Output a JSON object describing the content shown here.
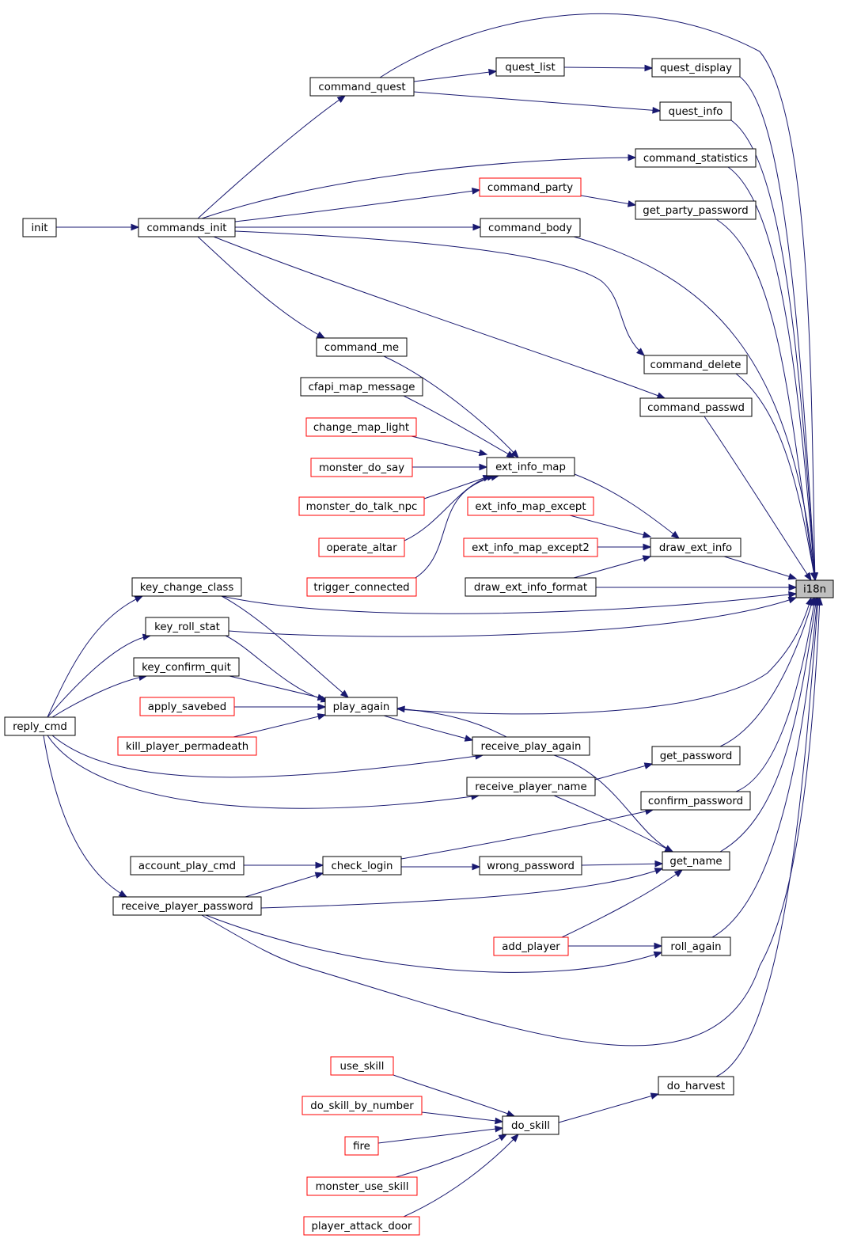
{
  "graph": {
    "target": "i18n",
    "nodes": [
      {
        "id": "i18n",
        "label": "i18n",
        "style": "target"
      },
      {
        "id": "command_quest",
        "label": "command_quest",
        "style": "black"
      },
      {
        "id": "quest_list",
        "label": "quest_list",
        "style": "black"
      },
      {
        "id": "quest_display",
        "label": "quest_display",
        "style": "black"
      },
      {
        "id": "quest_info",
        "label": "quest_info",
        "style": "black"
      },
      {
        "id": "command_statistics",
        "label": "command_statistics",
        "style": "black"
      },
      {
        "id": "command_party",
        "label": "command_party",
        "style": "red"
      },
      {
        "id": "get_party_password",
        "label": "get_party_password",
        "style": "black"
      },
      {
        "id": "init",
        "label": "init",
        "style": "black"
      },
      {
        "id": "commands_init",
        "label": "commands_init",
        "style": "black"
      },
      {
        "id": "command_body",
        "label": "command_body",
        "style": "black"
      },
      {
        "id": "command_me",
        "label": "command_me",
        "style": "black"
      },
      {
        "id": "command_delete",
        "label": "command_delete",
        "style": "black"
      },
      {
        "id": "cfapi_map_message",
        "label": "cfapi_map_message",
        "style": "black"
      },
      {
        "id": "command_passwd",
        "label": "command_passwd",
        "style": "black"
      },
      {
        "id": "change_map_light",
        "label": "change_map_light",
        "style": "red"
      },
      {
        "id": "monster_do_say",
        "label": "monster_do_say",
        "style": "red"
      },
      {
        "id": "ext_info_map",
        "label": "ext_info_map",
        "style": "black"
      },
      {
        "id": "monster_do_talk_npc",
        "label": "monster_do_talk_npc",
        "style": "red"
      },
      {
        "id": "ext_info_map_except",
        "label": "ext_info_map_except",
        "style": "red"
      },
      {
        "id": "operate_altar",
        "label": "operate_altar",
        "style": "red"
      },
      {
        "id": "ext_info_map_except2",
        "label": "ext_info_map_except2",
        "style": "red"
      },
      {
        "id": "draw_ext_info",
        "label": "draw_ext_info",
        "style": "black"
      },
      {
        "id": "trigger_connected",
        "label": "trigger_connected",
        "style": "red"
      },
      {
        "id": "key_change_class",
        "label": "key_change_class",
        "style": "black"
      },
      {
        "id": "draw_ext_info_format",
        "label": "draw_ext_info_format",
        "style": "black"
      },
      {
        "id": "key_roll_stat",
        "label": "key_roll_stat",
        "style": "black"
      },
      {
        "id": "key_confirm_quit",
        "label": "key_confirm_quit",
        "style": "black"
      },
      {
        "id": "apply_savebed",
        "label": "apply_savebed",
        "style": "red"
      },
      {
        "id": "play_again",
        "label": "play_again",
        "style": "black"
      },
      {
        "id": "reply_cmd",
        "label": "reply_cmd",
        "style": "black"
      },
      {
        "id": "kill_player_permadeath",
        "label": "kill_player_permadeath",
        "style": "red"
      },
      {
        "id": "receive_play_again",
        "label": "receive_play_again",
        "style": "black"
      },
      {
        "id": "get_password",
        "label": "get_password",
        "style": "black"
      },
      {
        "id": "receive_player_name",
        "label": "receive_player_name",
        "style": "black"
      },
      {
        "id": "confirm_password",
        "label": "confirm_password",
        "style": "black"
      },
      {
        "id": "account_play_cmd",
        "label": "account_play_cmd",
        "style": "black"
      },
      {
        "id": "check_login",
        "label": "check_login",
        "style": "black"
      },
      {
        "id": "wrong_password",
        "label": "wrong_password",
        "style": "black"
      },
      {
        "id": "get_name",
        "label": "get_name",
        "style": "black"
      },
      {
        "id": "receive_player_password",
        "label": "receive_player_password",
        "style": "black"
      },
      {
        "id": "add_player",
        "label": "add_player",
        "style": "red"
      },
      {
        "id": "roll_again",
        "label": "roll_again",
        "style": "black"
      },
      {
        "id": "use_skill",
        "label": "use_skill",
        "style": "red"
      },
      {
        "id": "do_harvest",
        "label": "do_harvest",
        "style": "black"
      },
      {
        "id": "do_skill_by_number",
        "label": "do_skill_by_number",
        "style": "red"
      },
      {
        "id": "do_skill",
        "label": "do_skill",
        "style": "black"
      },
      {
        "id": "fire",
        "label": "fire",
        "style": "red"
      },
      {
        "id": "monster_use_skill",
        "label": "monster_use_skill",
        "style": "red"
      },
      {
        "id": "player_attack_door",
        "label": "player_attack_door",
        "style": "red"
      }
    ],
    "edges": [
      [
        "init",
        "commands_init"
      ],
      [
        "commands_init",
        "command_quest"
      ],
      [
        "commands_init",
        "command_statistics"
      ],
      [
        "commands_init",
        "command_party"
      ],
      [
        "commands_init",
        "command_body"
      ],
      [
        "commands_init",
        "command_me"
      ],
      [
        "commands_init",
        "command_delete"
      ],
      [
        "commands_init",
        "command_passwd"
      ],
      [
        "command_quest",
        "quest_list"
      ],
      [
        "command_quest",
        "quest_info"
      ],
      [
        "command_quest",
        "i18n"
      ],
      [
        "quest_list",
        "quest_display"
      ],
      [
        "quest_display",
        "i18n"
      ],
      [
        "quest_info",
        "i18n"
      ],
      [
        "command_statistics",
        "i18n"
      ],
      [
        "command_party",
        "get_party_password"
      ],
      [
        "get_party_password",
        "i18n"
      ],
      [
        "command_body",
        "i18n"
      ],
      [
        "command_delete",
        "i18n"
      ],
      [
        "command_passwd",
        "i18n"
      ],
      [
        "command_me",
        "ext_info_map"
      ],
      [
        "cfapi_map_message",
        "ext_info_map"
      ],
      [
        "change_map_light",
        "ext_info_map"
      ],
      [
        "monster_do_say",
        "ext_info_map"
      ],
      [
        "monster_do_talk_npc",
        "ext_info_map"
      ],
      [
        "operate_altar",
        "ext_info_map"
      ],
      [
        "trigger_connected",
        "ext_info_map"
      ],
      [
        "ext_info_map",
        "draw_ext_info"
      ],
      [
        "ext_info_map_except",
        "draw_ext_info"
      ],
      [
        "ext_info_map_except2",
        "draw_ext_info"
      ],
      [
        "draw_ext_info_format",
        "draw_ext_info"
      ],
      [
        "draw_ext_info",
        "i18n"
      ],
      [
        "draw_ext_info_format",
        "i18n"
      ],
      [
        "key_change_class",
        "i18n"
      ],
      [
        "key_roll_stat",
        "i18n"
      ],
      [
        "play_again",
        "i18n"
      ],
      [
        "get_password",
        "i18n"
      ],
      [
        "confirm_password",
        "i18n"
      ],
      [
        "get_name",
        "i18n"
      ],
      [
        "roll_again",
        "i18n"
      ],
      [
        "do_harvest",
        "i18n"
      ],
      [
        "receive_player_password",
        "i18n"
      ],
      [
        "reply_cmd",
        "key_change_class"
      ],
      [
        "reply_cmd",
        "key_roll_stat"
      ],
      [
        "reply_cmd",
        "key_confirm_quit"
      ],
      [
        "reply_cmd",
        "receive_play_again"
      ],
      [
        "reply_cmd",
        "receive_player_name"
      ],
      [
        "reply_cmd",
        "receive_player_password"
      ],
      [
        "key_change_class",
        "play_again"
      ],
      [
        "key_roll_stat",
        "play_again"
      ],
      [
        "key_confirm_quit",
        "play_again"
      ],
      [
        "apply_savebed",
        "play_again"
      ],
      [
        "kill_player_permadeath",
        "play_again"
      ],
      [
        "receive_play_again",
        "play_again"
      ],
      [
        "play_again",
        "receive_play_again"
      ],
      [
        "receive_play_again",
        "get_name"
      ],
      [
        "receive_player_name",
        "get_password"
      ],
      [
        "receive_player_name",
        "get_name"
      ],
      [
        "check_login",
        "confirm_password"
      ],
      [
        "account_play_cmd",
        "check_login"
      ],
      [
        "receive_player_password",
        "check_login"
      ],
      [
        "check_login",
        "wrong_password"
      ],
      [
        "wrong_password",
        "get_name"
      ],
      [
        "receive_player_password",
        "get_name"
      ],
      [
        "add_player",
        "get_name"
      ],
      [
        "add_player",
        "roll_again"
      ],
      [
        "receive_player_password",
        "roll_again"
      ],
      [
        "use_skill",
        "do_skill"
      ],
      [
        "do_skill_by_number",
        "do_skill"
      ],
      [
        "fire",
        "do_skill"
      ],
      [
        "monster_use_skill",
        "do_skill"
      ],
      [
        "player_attack_door",
        "do_skill"
      ],
      [
        "do_skill",
        "do_harvest"
      ]
    ]
  }
}
